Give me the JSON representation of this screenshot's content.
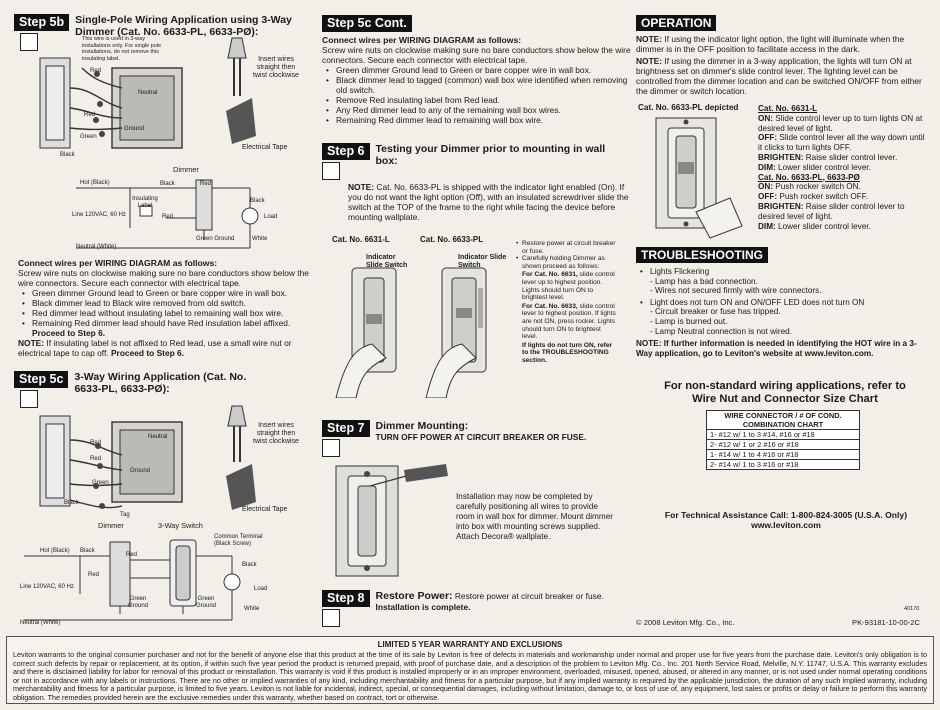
{
  "step5b": {
    "label": "Step 5b",
    "title": "Single-Pole Wiring Application using 3-Way Dimmer (Cat. No. 6633-PL, 6633-PØ):",
    "tag_note": "This wire is used in 3-way installations only. For single pole installations, do not remove this insulating label.",
    "insert_note": "Insert wires straight then twist clockwise",
    "tape_label": "Electrical Tape",
    "dia_red": "Red",
    "dia_neutral": "Neutral",
    "dia_ground": "Ground",
    "dia_green": "Green",
    "dia_black": "Black",
    "sch_dimmer": "Dimmer",
    "sch_hot": "Hot (Black)",
    "sch_black": "Black",
    "sch_red": "Red",
    "sch_insulating": "Insulating Label",
    "sch_red2": "Red",
    "sch_line": "Line 120VAC, 60 Hz",
    "sch_green_ground": "Green Ground",
    "sch_black2": "Black",
    "sch_load": "Load",
    "sch_white": "White",
    "sch_neutral": "Neutral (White)",
    "connect_head": "Connect wires per WIRING DIAGRAM as follows:",
    "connect_body": "Screw wire nuts on clockwise making sure no bare conductors show below the wire connectors. Secure each connector with electrical tape.",
    "bullets": [
      "Green dimmer Ground lead to Green or bare copper wire in wall box.",
      "Black dimmer lead to Black wire removed from old switch.",
      "Red dimmer lead without insulating label to remaining wall box wire.",
      "Remaining Red dimmer lead should have Red insulation label affixed."
    ],
    "proceed6": "Proceed to Step 6.",
    "note_label": "NOTE:",
    "note_text": "If insulating label is not affixed to Red lead, use a small wire nut or electrical tape to cap off.",
    "note_proceed": "Proceed to Step 6."
  },
  "step5c": {
    "label": "Step 5c",
    "title": "3-Way Wiring Application (Cat. No. 6633-PL, 6633-PØ):",
    "insert_note": "Insert wires straight then twist clockwise",
    "tape_label": "Electrical Tape",
    "dia_red": "Red",
    "dia_red2": "Red",
    "dia_neutral": "Neutral",
    "dia_ground": "Ground",
    "dia_green": "Green",
    "dia_black": "Black",
    "dia_tag": "Tag",
    "sch_dimmer": "Dimmer",
    "sch_switch": "3-Way Switch",
    "sch_common": "Common Terminal (Black Screw)",
    "sch_hot": "Hot (Black)",
    "sch_black": "Black",
    "sch_red": "Red",
    "sch_red2": "Red",
    "sch_black2": "Black",
    "sch_line": "Line 120VAC, 60 Hz",
    "sch_green_ground": "Green Ground",
    "sch_green_ground2": "Green Ground",
    "sch_load": "Load",
    "sch_white": "White",
    "sch_neutral": "Neutral (White)"
  },
  "step5c_cont": {
    "label": "Step 5c Cont.",
    "connect_head": "Connect wires per WIRING DIAGRAM as follows:",
    "connect_body": "Screw wire nuts on clockwise making sure no bare conductors show below the wire connectors. Secure each connector with electrical tape.",
    "bullets": [
      "Green dimmer Ground lead to Green or bare copper wire in wall box.",
      "Black dimmer lead to tagged (common) wall box wire identified when removing old switch.",
      "Remove Red insulating label from Red lead.",
      "Any Red dimmer lead to any of the remaining wall box wires.",
      "Remaining Red dimmer lead to remaining wall box wire."
    ]
  },
  "step6": {
    "label": "Step 6",
    "title": "Testing your Dimmer prior to mounting in wall box:",
    "note_label": "NOTE:",
    "note_text": "Cat. No. 6633-PL is shipped with the indicator light enabled (On). If you do not want the light option (Off), with an insulated screwdriver slide the switch at the TOP of the frame to the right while facing the device before mounting wallplate.",
    "cat1": "Cat. No. 6631-L",
    "cat2": "Cat. No. 6633-PL",
    "indicator1": "Indicator Slide Switch",
    "indicator2": "Indicator Slide Switch",
    "side_b1": "Restore power at circuit breaker or fuse.",
    "side_b2": "Carefully holding Dimmer as shown proceed as follows:",
    "for6631_head": "For Cat. No. 6631,",
    "for6631_text": "slide control lever up to highest position. Lights should turn ON to brightest level.",
    "for6633_head": "For Cat. No. 6633,",
    "for6633_text": "slide control lever to highest position. If lights are not ON, press rocker. Lights should turn ON to brightest level.",
    "if_not": "If lights do not turn ON, refer to the TROUBLESHOOTING section."
  },
  "step7": {
    "label": "Step 7",
    "title": "Dimmer Mounting:",
    "subtitle": "TURN OFF POWER AT CIRCUIT BREAKER OR FUSE.",
    "text": "Installation may now be completed by carefully positioning all wires to provide room in wall box for dimmer. Mount dimmer into box with mounting screws supplied. Attach Decora® wallplate."
  },
  "step8": {
    "label": "Step 8",
    "title": "Restore Power:",
    "text": "Restore power at circuit breaker or fuse.",
    "text2": "Installation is complete."
  },
  "copyright": "© 2008 Leviton Mfg. Co., Inc.",
  "operation": {
    "label": "OPERATION",
    "note1_label": "NOTE:",
    "note1": "If using the indicator light option, the light will illuminate when the dimmer is in the OFF position to facilitate access in the dark.",
    "note2_label": "NOTE:",
    "note2": "If using the dimmer in a 3-way application, the lights will turn ON at brightness set on dimmer's slide control lever. The lighting level can be controlled from the dimmer location and can be switched ON/OFF from either the dimmer or switch location.",
    "depicted": "Cat. No. 6633-PL depicted",
    "cat6631": "Cat. No. 6631-L",
    "on_label": "ON:",
    "on_text": "Slide control lever up to turn lights ON at desired level of light.",
    "off_label": "OFF:",
    "off_text": "Slide control lever all the way down until it clicks to turn lights OFF.",
    "brighten_label": "BRIGHTEN:",
    "brighten_text": "Raise slider control lever.",
    "dim_label": "DIM:",
    "dim_text": "Lower slider control lever.",
    "cat6633": "Cat. No. 6633-PL, 6633-PØ",
    "on2_label": "ON:",
    "on2_text": "Push rocker switch ON.",
    "off2_label": "OFF:",
    "off2_text": "Push rocker switch OFF.",
    "brighten2_label": "BRIGHTEN:",
    "brighten2_text": "Raise slider control lever to desired level of light.",
    "dim2_label": "DIM:",
    "dim2_text": "Lower slider control lever."
  },
  "troubleshooting": {
    "label": "TROUBLESHOOTING",
    "item1": "Lights Flickering",
    "item1_subs": [
      "- Lamp has a bad connection.",
      "- Wires not secured firmly with wire connectors."
    ],
    "item2": "Light does not turn ON and ON/OFF LED does not turn ON",
    "item2_subs": [
      "- Circuit breaker or fuse has tripped.",
      "- Lamp is burned out.",
      "- Lamp Neutral connection is not wired."
    ],
    "note": "NOTE: If further information is needed in identifying the HOT wire in a 3-Way application, go to Leviton's website at www.leviton.com."
  },
  "nonstandard": "For non-standard wiring applications, refer to Wire Nut and Connector Size Chart",
  "connector_table": {
    "header1": "WIRE CONNECTOR / # OF COND.",
    "header2": "COMBINATION CHART",
    "rows": [
      "1- #12 w/ 1 to 3 #14, #16 or #18",
      "2- #12 w/ 1 or 2 #16 or #18",
      "1- #14 w/ 1 to 4 #16 or #18",
      "2- #14 w/ 1 to 3 #16 or #18"
    ]
  },
  "tech": "For Technical Assistance Call: 1-800-824-3005 (U.S.A. Only) www.leviton.com",
  "code_small": "40170",
  "pk": "PK-93181-10-00-2C",
  "warranty": {
    "title": "LIMITED 5 YEAR WARRANTY AND EXCLUSIONS",
    "text": "Leviton warrants to the original consumer purchaser and not for the benefit of anyone else that this product at the time of its sale by Leviton is free of defects in materials and workmanship under normal and proper use for five years from the purchase date. Leviton's only obligation is to correct such defects by repair or replacement, at its option, if within such five year period the product is returned prepaid, with proof of purchase date, and a description of the problem to Leviton Mfg. Co., Inc. 201 North Service Road, Melville, N.Y. 11747, U.S.A. This warranty excludes and there is disclaimed liability for labor for removal of this product or reinstallation. This warranty is void if this product is installed improperly or in an improper environment, overloaded, misused, opened, abused, or altered in any manner, or is not used under normal operating conditions or not in accordance with any labels or instructions. There are no other or implied warranties of any kind, including merchantability and fitness for a particular purpose, but if any implied warranty is required by the applicable jurisdiction, the duration of any such implied warranty, including merchantability and fitness for a particular purpose, is limited to five years. Leviton is not liable for incidental, indirect, special, or consequential damages, including without limitation, damage to, or loss of use of, any equipment, lost sales or profits or delay or failure to perform this warranty obligation. The remedies provided herein are the exclusive remedies under this warranty, whether based on contract, tort or otherwise."
  }
}
